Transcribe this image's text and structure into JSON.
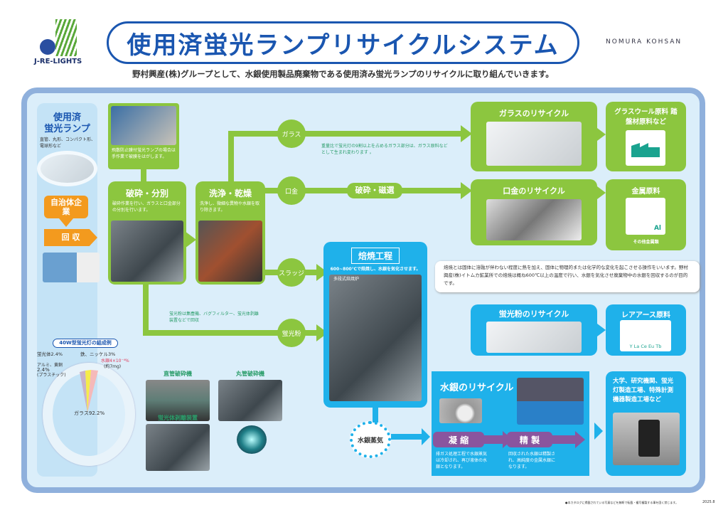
{
  "header": {
    "logo": "J-RE-LIGHTS",
    "title": "使用済蛍光ランプリサイクルシステム",
    "company": "NOMURA KOHSAN",
    "subtitle": "野村興産(株)グループとして、水銀使用製品廃棄物である使用済み蛍光ランプのリサイクルに取り組んでいきます。"
  },
  "source": {
    "title1": "使用済",
    "title2": "蛍光ランプ",
    "types": "直管、丸形、コンパクト形、電球形など",
    "municipality": "自治体企業",
    "collection": "回 収"
  },
  "steps": {
    "manual_note": "飛散防止膜付蛍光ランプの場合は手作業で被膜をはがします。",
    "crush_title": "破砕・分別",
    "crush_desc": "破砕作業を行い、ガラスと口金部分の分別を行います。",
    "wash_title": "洗浄・乾燥",
    "wash_desc": "洗浄し、微細な異物や水銀を取り除きます。",
    "roast_title": "焙焼工程",
    "roast_desc": "600~800℃で焙焼し、水銀を気化させます。",
    "roast_photo_label": "多段式焙焼炉",
    "roast_explain": "焙焼とは固体に溶融が伴わない程度に熱を加え、固体に物理的または化学的な変化を起こさせる操作をいいます。野村興産(株)イトムカ鉱業所での焙焼は概ね600℃以上の温度で行い、水銀を気化させ廃棄物中の水銀を回収するのが目的です。"
  },
  "branches": {
    "glass": "ガラス",
    "glass_note": "重量比で蛍光灯の9割以上を占めるガラス部分は、ガラス原料などとして生まれ変わります 。",
    "cap": "口金",
    "magnetic": "破砕・磁選",
    "sludge": "スラッジ",
    "phosphor": "蛍光粉",
    "phosphor_note": "蛍光粉は集塵機、バグフィルター、蛍光体剥離装置などで回収",
    "vapor": "水銀蒸気"
  },
  "outputs": {
    "glass_recycle": "ガラスのリサイクル",
    "glass_use": "グラスウール原料 踏盤材原料など",
    "cap_recycle": "口金のリサイクル",
    "metal": "金属原料",
    "metal_sub": "その他金属類",
    "metal_badge": "Al",
    "phosphor_recycle": "蛍光粉のリサイクル",
    "rare_earth": "レアアース原料",
    "rare_elements": "Y La Ce Eu Tb",
    "mercury_recycle": "水銀のリサイクル",
    "condense": "凝 縮",
    "condense_desc": "排ガス処理工程で水銀蒸気は冷却され、再び液体の水銀となります。",
    "refine": "精 製",
    "refine_desc": "回収された水銀は精製され、高純度の金属水銀になります。",
    "users": "大学、研究機関、蛍光灯製造工場、特殊計測機器製造工場など"
  },
  "equipment": {
    "straight": "直管破砕機",
    "round": "丸管破砕機",
    "phosphor_sep": "蛍光体剥離装置"
  },
  "composition": {
    "title": "40W型蛍光灯の組成例",
    "phosphor": "蛍光体2.4%",
    "iron": "鉄、ニッケル3%",
    "mercury": "水銀4×10⁻⁴%",
    "mercury_mg": "(約7mg)",
    "aluminum": "アルミ、黄銅",
    "aluminum_pct": "2.4%",
    "plastic": "(プラスチック)",
    "glass": "ガラス92.2%"
  },
  "footer": {
    "notice": "●本カタログに掲載されている写真などを無断で転載・複写複製する事を固く禁じます。",
    "date": "2025.8"
  }
}
